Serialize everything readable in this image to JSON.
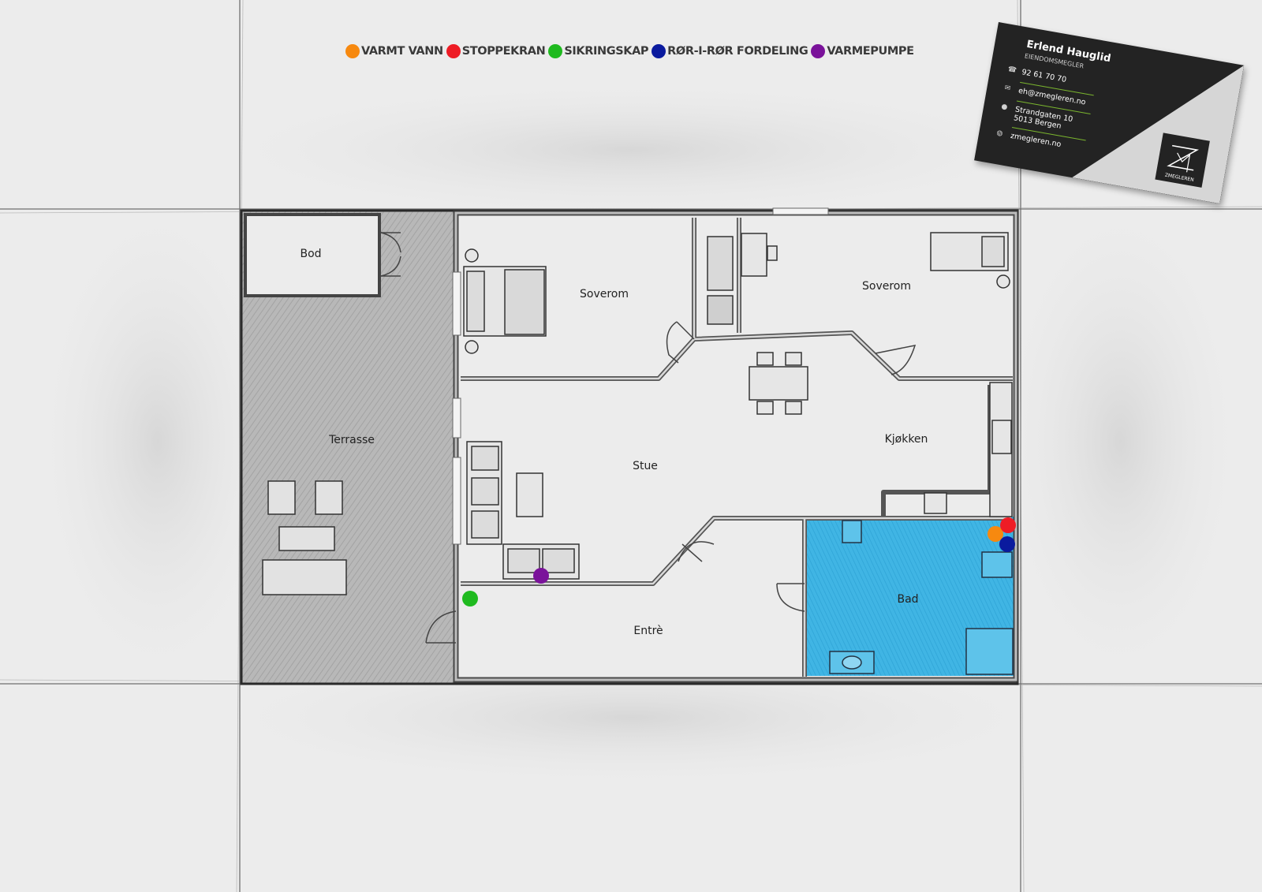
{
  "legend": [
    {
      "label": "VARMT VANN",
      "color": "#f7890f"
    },
    {
      "label": "STOPPEKRAN",
      "color": "#ee1c25"
    },
    {
      "label": "SIKRINGSKAP",
      "color": "#1fba1f"
    },
    {
      "label": "RØR-I-RØR FORDELING",
      "color": "#0a1a9e"
    },
    {
      "label": "VARMEPUMPE",
      "color": "#7a129a"
    }
  ],
  "rooms": {
    "bod": "Bod",
    "terrasse": "Terrasse",
    "soverom_left": "Soverom",
    "soverom_right": "Soverom",
    "stue": "Stue",
    "kjokken": "Kjøkken",
    "entre": "Entrè",
    "bad": "Bad"
  },
  "colors": {
    "bad_fill": "#3cb2e2",
    "terrace_fill": "#b9b9b9",
    "varmt_vann": "#f7890f",
    "stoppekran": "#ee1c25",
    "sikringskap": "#1fba1f",
    "ror_i_ror": "#0a1a9e",
    "varmepumpe": "#7a129a"
  },
  "card": {
    "name": "Erlend Hauglid",
    "title": "EIENDOMSMEGLER",
    "phone": "92 61 70 70",
    "email": "eh@zmegleren.no",
    "address1": "Strandgaten 10",
    "address2": "5013 Bergen",
    "web": "zmegleren.no",
    "logo_text": "ZMEGLEREN",
    "icons": [
      "phone-icon",
      "mail-icon",
      "location-pin-icon",
      "globe-icon"
    ]
  }
}
